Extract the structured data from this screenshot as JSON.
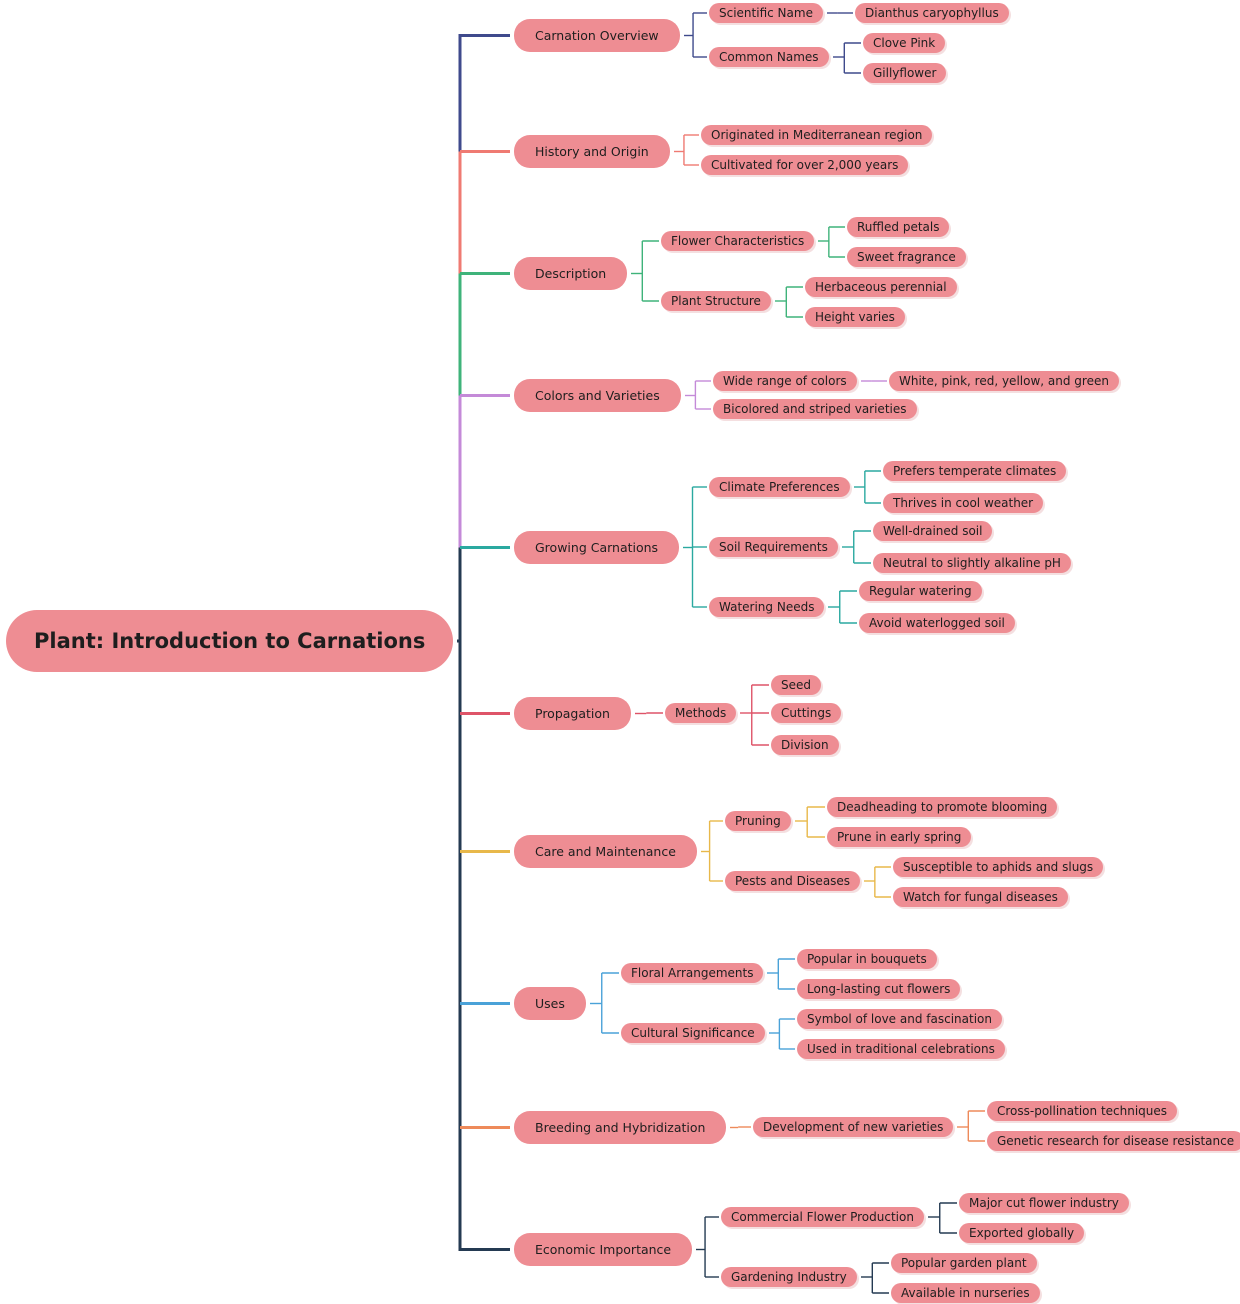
{
  "root": {
    "label": "Plant: Introduction to Carnations"
  },
  "branches": [
    {
      "label": "Carnation Overview",
      "color": "#3f4a8c",
      "children": [
        {
          "label": "Scientific Name",
          "children": [
            {
              "label": "Dianthus caryophyllus"
            }
          ]
        },
        {
          "label": "Common Names",
          "children": [
            {
              "label": "Clove Pink"
            },
            {
              "label": "Gillyflower"
            }
          ]
        }
      ]
    },
    {
      "label": "History and Origin",
      "color": "#ef7a72",
      "children": [
        {
          "label": "Originated in Mediterranean region"
        },
        {
          "label": "Cultivated for over 2,000 years"
        }
      ]
    },
    {
      "label": "Description",
      "color": "#3fb37a",
      "children": [
        {
          "label": "Flower Characteristics",
          "children": [
            {
              "label": "Ruffled petals"
            },
            {
              "label": "Sweet fragrance"
            }
          ]
        },
        {
          "label": "Plant Structure",
          "children": [
            {
              "label": "Herbaceous perennial"
            },
            {
              "label": "Height varies"
            }
          ]
        }
      ]
    },
    {
      "label": "Colors and Varieties",
      "color": "#c48ad8",
      "children": [
        {
          "label": "Wide range of colors",
          "children": [
            {
              "label": "White, pink, red, yellow, and green"
            }
          ]
        },
        {
          "label": "Bicolored and striped varieties"
        }
      ]
    },
    {
      "label": "Growing Carnations",
      "color": "#2aa9a0",
      "children": [
        {
          "label": "Climate Preferences",
          "children": [
            {
              "label": "Prefers temperate climates"
            },
            {
              "label": "Thrives in cool weather"
            }
          ]
        },
        {
          "label": "Soil Requirements",
          "children": [
            {
              "label": "Well-drained soil"
            },
            {
              "label": "Neutral to slightly alkaline pH"
            }
          ]
        },
        {
          "label": "Watering Needs",
          "children": [
            {
              "label": "Regular watering"
            },
            {
              "label": "Avoid waterlogged soil"
            }
          ]
        }
      ]
    },
    {
      "label": "Propagation",
      "color": "#de5468",
      "children": [
        {
          "label": "Methods",
          "children": [
            {
              "label": "Seed"
            },
            {
              "label": "Cuttings"
            },
            {
              "label": "Division"
            }
          ]
        }
      ]
    },
    {
      "label": "Care and Maintenance",
      "color": "#e8b84a",
      "children": [
        {
          "label": "Pruning",
          "children": [
            {
              "label": "Deadheading to promote blooming"
            },
            {
              "label": "Prune in early spring"
            }
          ]
        },
        {
          "label": "Pests and Diseases",
          "children": [
            {
              "label": "Susceptible to aphids and slugs"
            },
            {
              "label": "Watch for fungal diseases"
            }
          ]
        }
      ]
    },
    {
      "label": "Uses",
      "color": "#4aa2d8",
      "children": [
        {
          "label": "Floral Arrangements",
          "children": [
            {
              "label": "Popular in bouquets"
            },
            {
              "label": "Long-lasting cut flowers"
            }
          ]
        },
        {
          "label": "Cultural Significance",
          "children": [
            {
              "label": "Symbol of love and fascination"
            },
            {
              "label": "Used in traditional celebrations"
            }
          ]
        }
      ]
    },
    {
      "label": "Breeding and Hybridization",
      "color": "#ee8a5a",
      "children": [
        {
          "label": "Development of new varieties",
          "children": [
            {
              "label": "Cross-pollination techniques"
            },
            {
              "label": "Genetic research for disease resistance"
            }
          ]
        }
      ]
    },
    {
      "label": "Economic Importance",
      "color": "#243a52",
      "children": [
        {
          "label": "Commercial Flower Production",
          "children": [
            {
              "label": "Major cut flower industry"
            },
            {
              "label": "Exported globally"
            }
          ]
        },
        {
          "label": "Gardening Industry",
          "children": [
            {
              "label": "Popular garden plant"
            },
            {
              "label": "Available in nurseries"
            }
          ]
        }
      ]
    }
  ]
}
